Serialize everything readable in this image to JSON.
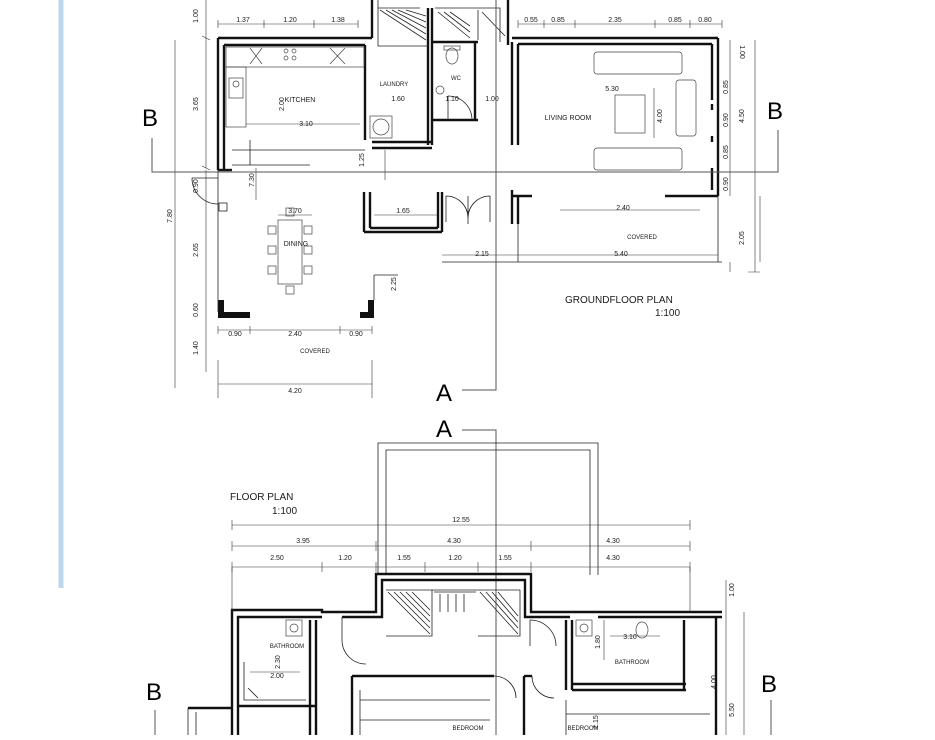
{
  "ground_floor": {
    "title": "GROUNDFLOOR PLAN",
    "scale": "1:100",
    "rooms": {
      "kitchen": "KITCHEN",
      "laundry": "LAUNDRY",
      "wc": "WC",
      "living": "LIVING ROOM",
      "dining": "DINING",
      "covered_left": "COVERED",
      "covered_right": "COVERED"
    },
    "dims": {
      "top_1": "1.37",
      "top_2": "1.20",
      "top_3": "1.38",
      "top_4": "0.55",
      "top_5": "0.85",
      "top_6": "2.35",
      "top_7": "0.85",
      "top_8": "0.80",
      "left_1": "1.00",
      "left_2": "3.65",
      "left_3": "7.80",
      "left_4": "7.30",
      "left_5": "0.90",
      "left_6": "2.65",
      "left_7": "0.60",
      "left_8": "1.40",
      "kitchen_w": "3.10",
      "kitchen_h": "2.00",
      "laundry_w": "1.60",
      "wc_w": "1.10",
      "wc_w2": "1.00",
      "inner_v": "1.25",
      "living_w": "5.30",
      "living_h": "4.00",
      "right_1": "1.00",
      "right_2": "0.85",
      "right_3": "0.90",
      "right_4": "0.85",
      "right_5": "4.50",
      "right_6": "0.90",
      "right_7": "2.05",
      "dining_w": "3.70",
      "stair_w": "1.65",
      "cov_w": "2.40",
      "cov_total": "5.40",
      "door_w": "2.15",
      "v_225": "2.25",
      "bot_1": "0.90",
      "bot_2": "2.40",
      "bot_3": "0.90",
      "bot_total": "4.20"
    }
  },
  "floor_plan": {
    "title": "FLOOR PLAN",
    "scale": "1:100",
    "rooms": {
      "bath_left": "BATHROOM",
      "bath_right": "BATHROOM",
      "bed_mid": "BEDROOM",
      "bed_right": "BEDROOM"
    },
    "dims": {
      "total": "12.55",
      "row1_1": "3.95",
      "row1_2": "4.30",
      "row1_3": "4.30",
      "row2_1": "2.50",
      "row2_2": "1.20",
      "row2_3": "1.55",
      "row2_4": "1.20",
      "row2_5": "1.55",
      "row2_6": "4.30",
      "r_100": "1.00",
      "r_400": "4.00",
      "r_550": "5.50",
      "bathL_h": "2.30",
      "bathL_w": "2.00",
      "bathR_w": "3.10",
      "bathR_h": "1.80",
      "bed_v": "2.15"
    }
  },
  "sections": {
    "b_left_top": "B",
    "b_right_top": "B",
    "a_upper": "A",
    "a_lower": "A",
    "b_left_bot": "B",
    "b_right_bot": "B"
  },
  "colors": {
    "page_margin_line": "#bcd6ec",
    "line": "#111111"
  }
}
